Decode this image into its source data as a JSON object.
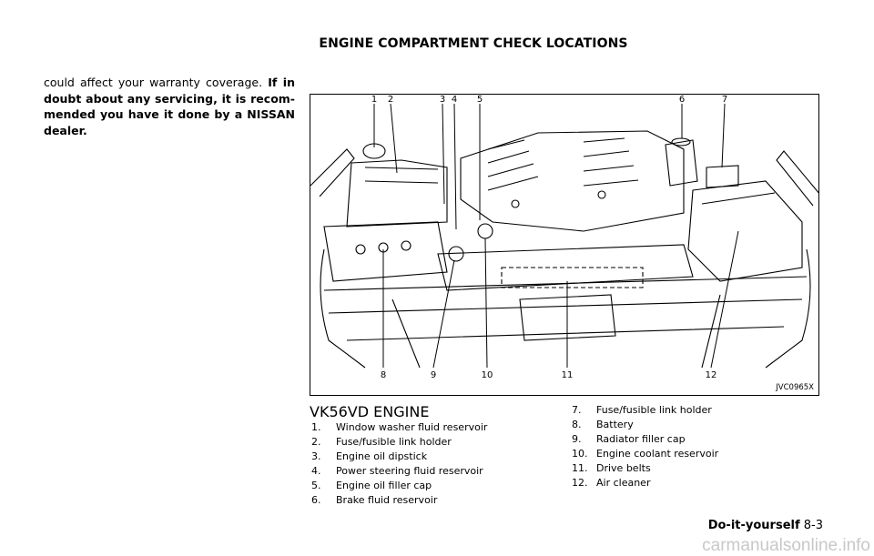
{
  "section_title": "ENGINE COMPARTMENT CHECK LOCATIONS",
  "intro": {
    "normal": "could affect your warranty coverage.",
    "bold": "If in doubt about any servicing, it is recom-mended you have it done by a NISSAN dealer."
  },
  "figure": {
    "code": "JVC0965X",
    "callouts": [
      "1",
      "2",
      "3",
      "4",
      "5",
      "6",
      "7",
      "8",
      "9",
      "10",
      "11",
      "12"
    ]
  },
  "engine_heading": "VK56VD ENGINE",
  "parts": [
    {
      "num": "1.",
      "label": "Window washer fluid reservoir"
    },
    {
      "num": "2.",
      "label": "Fuse/fusible link holder"
    },
    {
      "num": "3.",
      "label": "Engine oil dipstick"
    },
    {
      "num": "4.",
      "label": "Power steering fluid reservoir"
    },
    {
      "num": "5.",
      "label": "Engine oil filler cap"
    },
    {
      "num": "6.",
      "label": "Brake fluid reservoir"
    },
    {
      "num": "7.",
      "label": "Fuse/fusible link holder"
    },
    {
      "num": "8.",
      "label": "Battery"
    },
    {
      "num": "9.",
      "label": "Radiator filler cap"
    },
    {
      "num": "10.",
      "label": "Engine coolant reservoir"
    },
    {
      "num": "11.",
      "label": "Drive belts"
    },
    {
      "num": "12.",
      "label": "Air cleaner"
    }
  ],
  "footer": {
    "section": "Do-it-yourself",
    "page": "8-3"
  },
  "watermark": "carmanualsonline.info"
}
